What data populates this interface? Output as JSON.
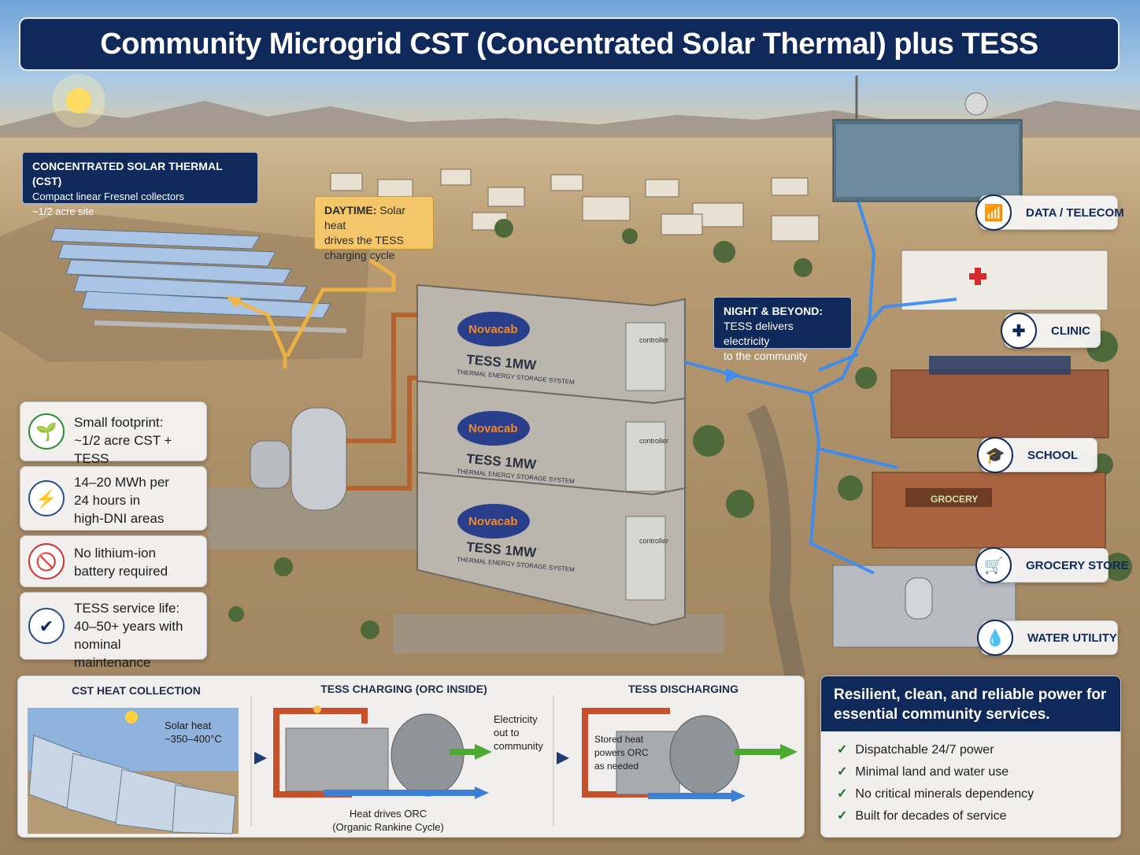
{
  "title": "Community Microgrid CST (Concentrated Solar Thermal) plus TESS",
  "callouts": {
    "cst": {
      "heading": "CONCENTRATED SOLAR THERMAL (CST)",
      "line1": "Compact linear Fresnel collectors",
      "line2": "~1/2 acre site"
    },
    "daytime": {
      "heading": "DAYTIME:",
      "text1": "Solar heat",
      "text2": "drives the TESS",
      "text3": "charging cycle"
    },
    "night": {
      "heading": "NIGHT & BEYOND:",
      "line1": "TESS delivers electricity",
      "line2": "to the community"
    }
  },
  "containers": {
    "brand": "Novacab",
    "model": "TESS 1MW",
    "subtitle": "THERMAL ENERGY STORAGE SYSTEM",
    "panel": "controller"
  },
  "features": [
    {
      "icon": "sprout-icon",
      "glyph": "🌱",
      "line1": "Small footprint:",
      "line2": "~1/2 acre CST + TESS",
      "line3": ""
    },
    {
      "icon": "lightning-icon",
      "glyph": "⚡",
      "line1": "14–20 MWh per",
      "line2": "24 hours in",
      "line3": "high-DNI areas"
    },
    {
      "icon": "no-battery-icon",
      "glyph": "🚫",
      "line1": "No lithium-ion",
      "line2": "battery required",
      "line3": ""
    },
    {
      "icon": "shield-check-icon",
      "glyph": "✔",
      "line1": "TESS service life:",
      "line2": "40–50+ years with",
      "line3": "nominal maintenance"
    }
  ],
  "services": [
    {
      "label": "DATA / TELECOM",
      "icon": "antenna-icon",
      "glyph": "📶"
    },
    {
      "label": "CLINIC",
      "icon": "medical-cross-icon",
      "glyph": "✚"
    },
    {
      "label": "SCHOOL",
      "icon": "graduation-cap-icon",
      "glyph": "🎓"
    },
    {
      "label": "GROCERY STORE",
      "icon": "shopping-cart-icon",
      "glyph": "🛒"
    },
    {
      "label": "WATER UTILITY",
      "icon": "water-drop-icon",
      "glyph": "💧"
    }
  ],
  "buildings": {
    "grocery_sign": "GROCERY"
  },
  "process": {
    "step1": {
      "heading": "CST HEAT COLLECTION",
      "label1": "Solar heat",
      "label2": "~350–400°C"
    },
    "step2": {
      "heading": "TESS CHARGING (ORC INSIDE)",
      "out1": "Electricity",
      "out2": "out to",
      "out3": "community",
      "caption1": "Heat drives ORC",
      "caption2": "(Organic Rankine Cycle)"
    },
    "step3": {
      "heading": "TESS DISCHARGING",
      "label1": "Stored heat",
      "label2": "powers ORC",
      "label3": "as needed"
    }
  },
  "summary": {
    "heading": "Resilient, clean, and reliable power for essential community services.",
    "items": [
      "Dispatchable 24/7 power",
      "Minimal land and water use",
      "No critical minerals dependency",
      "Built for decades of service"
    ]
  },
  "colors": {
    "navy": "#0f2a5a",
    "daytime_callout": "#f4c66a",
    "heat_flow": "#f2b441",
    "electric_flow": "#3d8cf0",
    "output_arrow": "#4caa2e"
  }
}
